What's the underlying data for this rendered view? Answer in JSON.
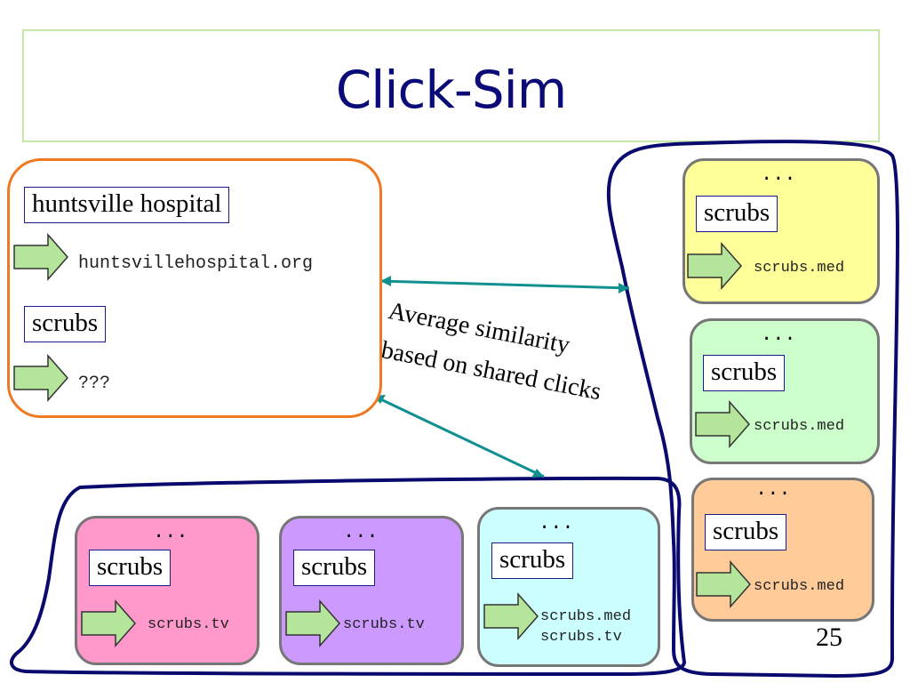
{
  "slide": {
    "title": "Click-Sim",
    "page_number": "25"
  },
  "source": {
    "query1": "huntsville hospital",
    "url1": "huntsvillehospital.org",
    "query2": "scrubs",
    "url2": "???"
  },
  "link_label": {
    "line1": "Average similarity",
    "line2": "based on shared clicks"
  },
  "right_group": [
    {
      "ellipsis": "...",
      "query": "scrubs",
      "url": "scrubs.med",
      "color": "#ffff99"
    },
    {
      "ellipsis": "...",
      "query": "scrubs",
      "url": "scrubs.med",
      "color": "#ccffcc"
    },
    {
      "ellipsis": "...",
      "query": "scrubs",
      "url": "scrubs.med",
      "color": "#ffcc99"
    }
  ],
  "bottom_group": [
    {
      "ellipsis": "...",
      "query": "scrubs",
      "urls": [
        "scrubs.tv"
      ],
      "color": "#ff99cc"
    },
    {
      "ellipsis": "...",
      "query": "scrubs",
      "urls": [
        "scrubs.tv"
      ],
      "color": "#cc99ff"
    },
    {
      "ellipsis": "...",
      "query": "scrubs",
      "urls": [
        "scrubs.med",
        "scrubs.tv"
      ],
      "color": "#ccffff"
    }
  ],
  "colors": {
    "source_border": "#f07820",
    "group_outline": "#0a0a6e",
    "connector": "#109090",
    "arrow_fill": "#b5e59a",
    "arrow_stroke": "#333333"
  }
}
